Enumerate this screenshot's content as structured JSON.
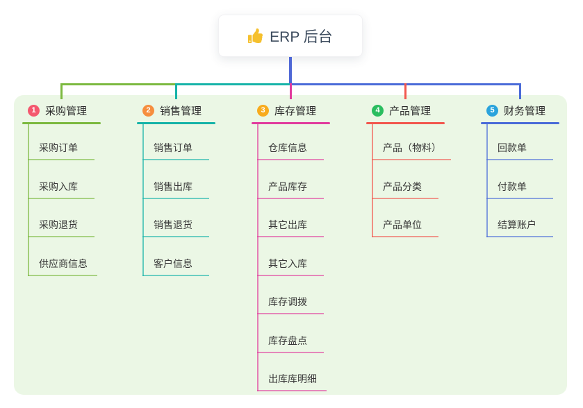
{
  "root": {
    "label": "ERP 后台",
    "icon": "thumbs-up-icon",
    "connector_color": "#4f68d6"
  },
  "panel": {
    "background": "#ebf7e5"
  },
  "branches": [
    {
      "number": "1",
      "title": "采购管理",
      "line_color": "#7cb93f",
      "badge_color": "#f4586e",
      "children": [
        "采购订单",
        "采购入库",
        "采购退货",
        "供应商信息"
      ]
    },
    {
      "number": "2",
      "title": "销售管理",
      "line_color": "#16b3a8",
      "badge_color": "#f68e3e",
      "children": [
        "销售订单",
        "销售出库",
        "销售退货",
        "客户信息"
      ]
    },
    {
      "number": "3",
      "title": "库存管理",
      "line_color": "#e13c9d",
      "badge_color": "#f8ab1d",
      "children": [
        "仓库信息",
        "产品库存",
        "其它出库",
        "其它入库",
        "库存调拨",
        "库存盘点",
        "出库库明细"
      ]
    },
    {
      "number": "4",
      "title": "产品管理",
      "line_color": "#f2574e",
      "badge_color": "#2abd5f",
      "children": [
        "产品（物料）",
        "产品分类",
        "产品单位"
      ]
    },
    {
      "number": "5",
      "title": "财务管理",
      "line_color": "#4a6bd8",
      "badge_color": "#2aa3dc",
      "children": [
        "回款单",
        "付款单",
        "结算账户"
      ]
    }
  ]
}
